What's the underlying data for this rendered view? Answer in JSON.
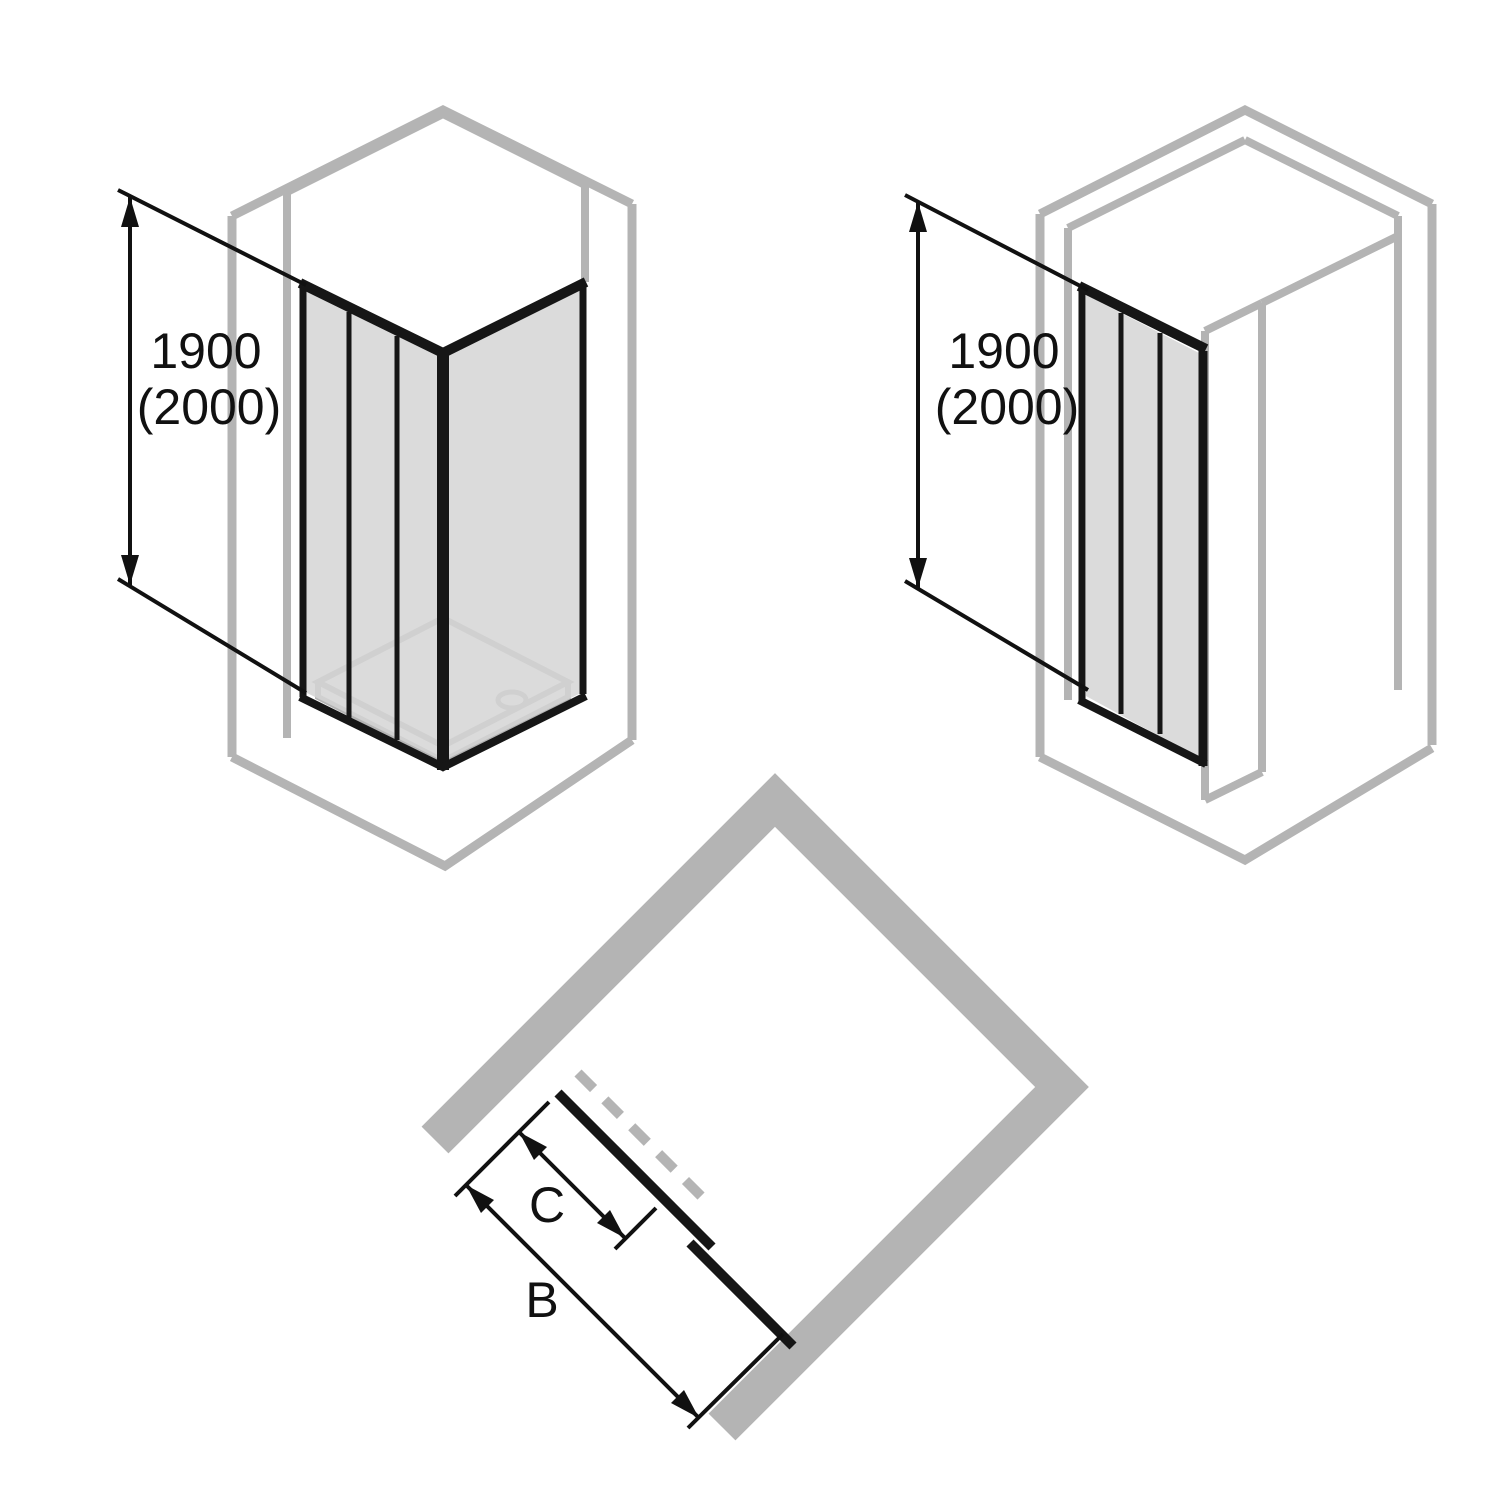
{
  "colors": {
    "background": "#ffffff",
    "wall": "#b4b4b4",
    "frame": "#161616",
    "glass": "#d5d5d5",
    "tray": "#ffffff",
    "dimension": "#111111"
  },
  "figures": {
    "corner_entry": {
      "height": "1900",
      "height_alt": "(2000)"
    },
    "recess": {
      "height": "1900",
      "height_alt": "(2000)"
    },
    "plan": {
      "dim_c": "C",
      "dim_b": "B"
    }
  }
}
